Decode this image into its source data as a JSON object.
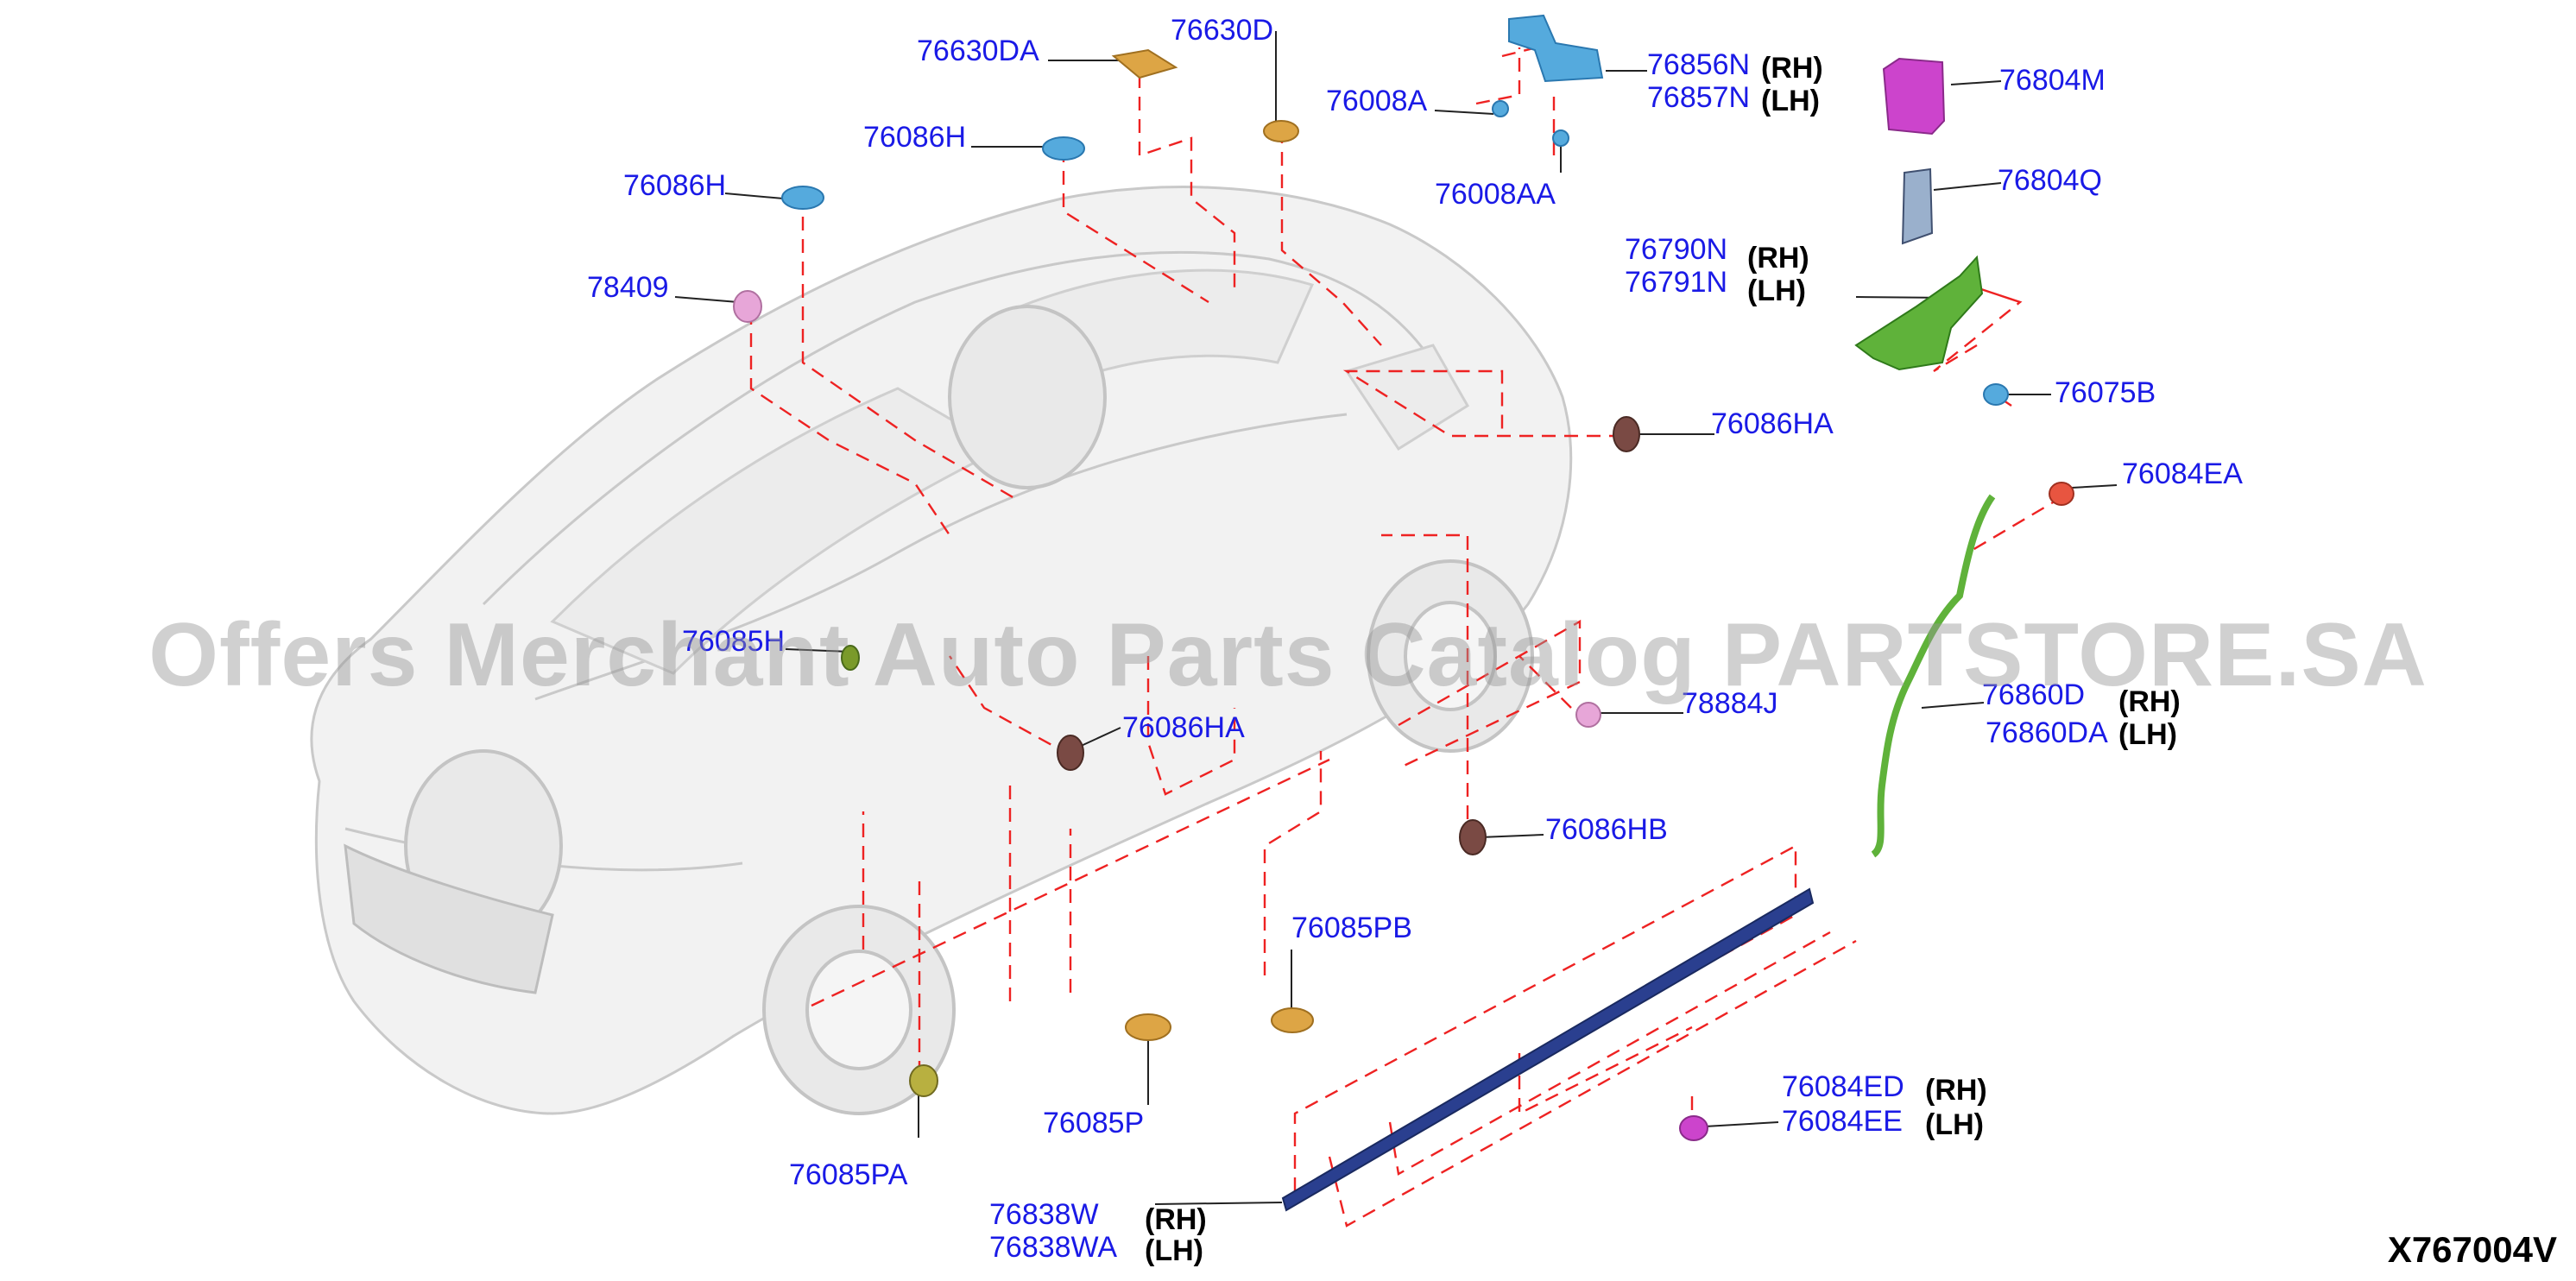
{
  "diagram": {
    "code": "X767004V",
    "watermark": "Offers Merchant Auto Parts Catalog PARTSTORE.SA",
    "colors": {
      "label": "#1a1ae6",
      "leader_dash": "#ee2222",
      "vehicle_outline": "#c8c8c8",
      "vehicle_fill": "#f1f1f1",
      "plug_blue": "#55aadd",
      "pad_orange": "#dda545",
      "grommet_brown": "#7a4a44",
      "clip_pink": "#e7a6d8",
      "clip_green": "#7a9a2a",
      "harness_green": "#5fb23a",
      "sill_blue": "#2a3f8f",
      "bracket_magenta": "#cc44cc",
      "clip_red": "#e85540"
    },
    "parts": [
      {
        "number": "76630DA",
        "side": ""
      },
      {
        "number": "76630D",
        "side": ""
      },
      {
        "number": "76086H",
        "side": ""
      },
      {
        "number": "76086H",
        "side": ""
      },
      {
        "number": "78409",
        "side": ""
      },
      {
        "number": "76008A",
        "side": ""
      },
      {
        "number": "76856N",
        "side": "(RH)"
      },
      {
        "number": "76857N",
        "side": "(LH)"
      },
      {
        "number": "76008AA",
        "side": ""
      },
      {
        "number": "76804M",
        "side": ""
      },
      {
        "number": "76804Q",
        "side": ""
      },
      {
        "number": "76790N",
        "side": "(RH)"
      },
      {
        "number": "76791N",
        "side": "(LH)"
      },
      {
        "number": "76075B",
        "side": ""
      },
      {
        "number": "76086HA",
        "side": ""
      },
      {
        "number": "76084EA",
        "side": ""
      },
      {
        "number": "76085H",
        "side": ""
      },
      {
        "number": "76086HA",
        "side": ""
      },
      {
        "number": "78884J",
        "side": ""
      },
      {
        "number": "76860D",
        "side": "(RH)"
      },
      {
        "number": "76860DA",
        "side": "(LH)"
      },
      {
        "number": "76086HB",
        "side": ""
      },
      {
        "number": "76085PB",
        "side": ""
      },
      {
        "number": "76085P",
        "side": ""
      },
      {
        "number": "76085PA",
        "side": ""
      },
      {
        "number": "76084ED",
        "side": "(RH)"
      },
      {
        "number": "76084EE",
        "side": "(LH)"
      },
      {
        "number": "76838W",
        "side": "(RH)"
      },
      {
        "number": "76838WA",
        "side": "(LH)"
      }
    ]
  }
}
